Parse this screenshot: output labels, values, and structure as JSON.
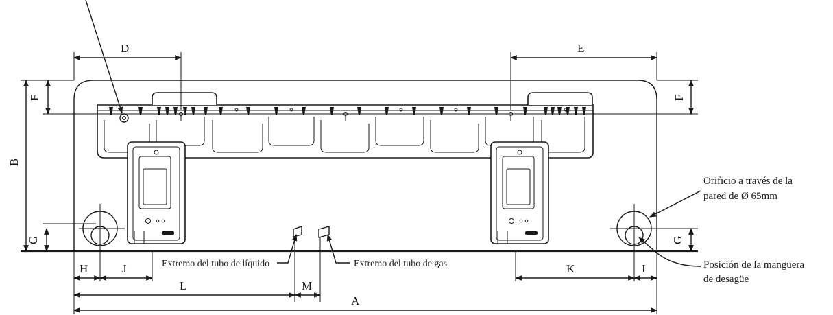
{
  "dimension_labels": {
    "A": "A",
    "B": "B",
    "D": "D",
    "E": "E",
    "F_left": "F",
    "F_right": "F",
    "G_left": "G",
    "G_right": "G",
    "H": "H",
    "I": "I",
    "J": "J",
    "K": "K",
    "L": "L",
    "M": "M"
  },
  "callouts": {
    "wall_hole_line1": "Orificio a través de la",
    "wall_hole_line2": "pared de Ø 65mm",
    "drain_line1": "Posición de la manguera",
    "drain_line2": "de desagüe",
    "liquid_tube": "Extremo del tubo de líquido",
    "gas_tube": "Extremo del tubo de gas"
  }
}
